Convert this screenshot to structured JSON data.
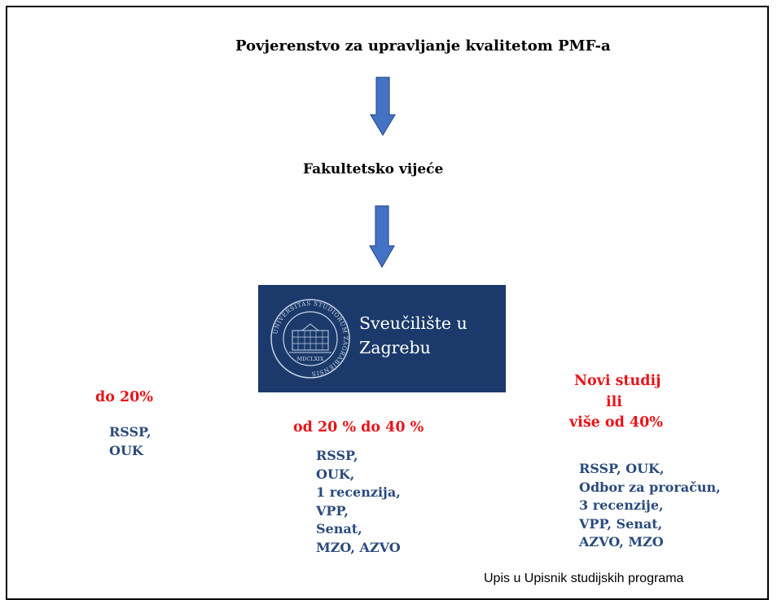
{
  "flow": {
    "top_node": "Povjerenstvo za upravljanje kvalitetom PMF-a",
    "middle_node": "Fakultetsko vijeće",
    "logo": {
      "name_line1": "Sveučilište u",
      "name_line2": "Zagrebu",
      "seal_ring_text": "UNIVERSITAS STUDIORUM ZAGRABIENSIS",
      "seal_year": "MDCLXIX"
    }
  },
  "columns": [
    {
      "heading": [
        "do 20%"
      ],
      "items": [
        "RSSP,",
        "OUK"
      ]
    },
    {
      "heading": [
        "od 20 % do 40 %"
      ],
      "items": [
        "RSSP,",
        "OUK,",
        "1 recenzija,",
        "VPP,",
        "Senat,",
        "MZO, AZVO"
      ]
    },
    {
      "heading": [
        "Novi studij",
        "ili",
        "više od 40%"
      ],
      "items": [
        "RSSP, OUK,",
        "Odbor za proračun,",
        "3 recenzije,",
        "VPP, Senat,",
        "AZVO, MZO"
      ]
    }
  ],
  "footer": "Upis u Upisnik studijskih programa",
  "colors": {
    "heading_red": "#e8141a",
    "item_blue": "#2b4a7c",
    "arrow_fill": "#4472c4",
    "arrow_stroke": "#2f528f",
    "logo_bg": "#1b3a6b"
  }
}
